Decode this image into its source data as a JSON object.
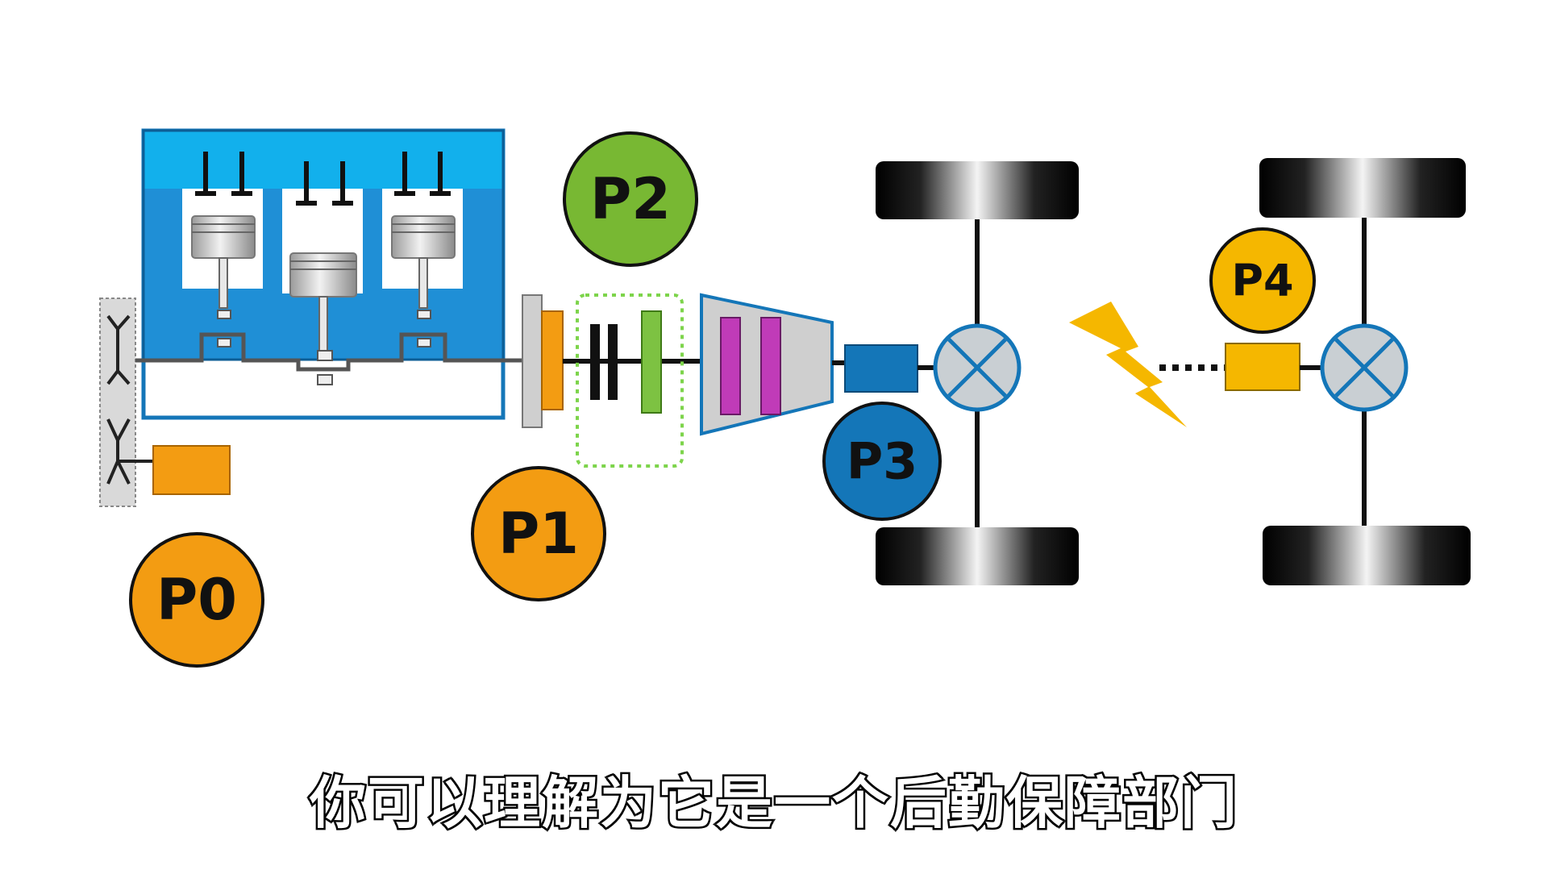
{
  "labels": {
    "p0": "P0",
    "p1": "P1",
    "p2": "P2",
    "p3": "P3",
    "p4": "P4"
  },
  "subtitle": "你可以理解为它是一个后勤保障部门",
  "colors": {
    "orange": "#f39c12",
    "green": "#78b833",
    "blue": "#1476b8",
    "yellow": "#f5b700",
    "engine_blue": "#1f8fd6",
    "engine_top": "#12b0ec",
    "clutch_green": "#7dc242",
    "magenta": "#c03bb8",
    "lightning": "#f5b700"
  },
  "icons": {
    "lightning": "lightning-bolt-icon",
    "differential": "differential-cross-icon"
  }
}
